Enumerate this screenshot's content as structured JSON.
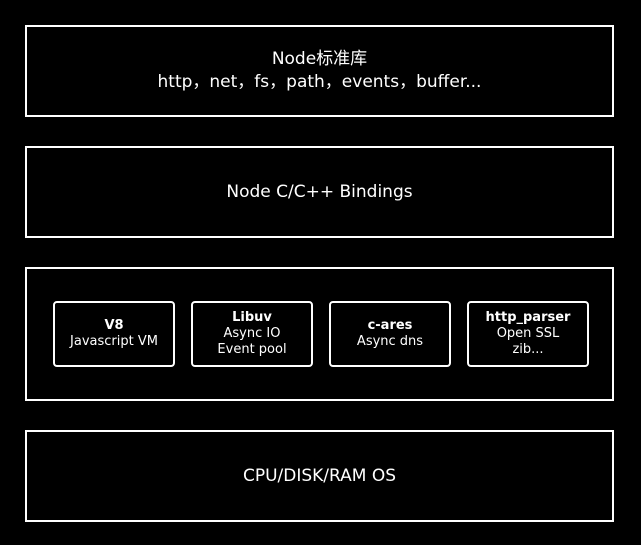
{
  "layers": {
    "stdlib": {
      "title": "Node标准库",
      "subtitle": "http，net，fs，path，events，buffer..."
    },
    "bindings": {
      "title": "Node C/C++ Bindings"
    },
    "dependencies": {
      "modules": [
        {
          "name": "V8",
          "lines": [
            "Javascript VM"
          ]
        },
        {
          "name": "Libuv",
          "lines": [
            "Async IO",
            "Event pool"
          ]
        },
        {
          "name": "c-ares",
          "lines": [
            "Async dns"
          ]
        },
        {
          "name": "http_parser",
          "lines": [
            "Open SSL",
            "zib..."
          ]
        }
      ]
    },
    "os": {
      "title": "CPU/DISK/RAM OS"
    }
  },
  "colors": {
    "background": "#000000",
    "stroke": "#ffffff",
    "text": "#ffffff"
  }
}
